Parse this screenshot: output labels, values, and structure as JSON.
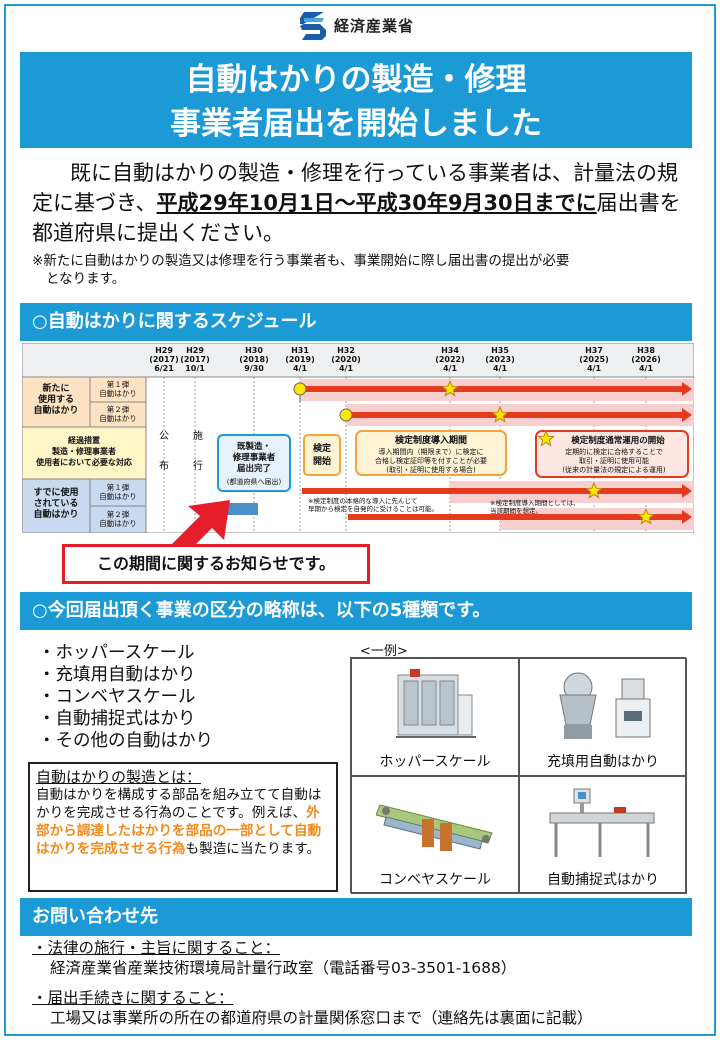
{
  "header": {
    "ministry": "経済産業省",
    "title_line1": "自動はかりの製造・修理",
    "title_line2": "事業者届出を開始しました"
  },
  "intro": {
    "part1": "既に自動はかりの製造・修理を行っている事業者は、計量法の規定に基づき、",
    "emphasis": "平成29年10月1日～平成30年9月30日までに",
    "part2": "届出書を都道府県に提出ください。",
    "note_line1": "※新たに自動はかりの製造又は修理を行う事業者も、事業開始に際し届出書の提出が必要",
    "note_line2": "となります。"
  },
  "schedule_section": {
    "heading": "○自動はかりに関するスケジュール",
    "timeline": [
      {
        "era": "H29",
        "year": "(2017)",
        "date": "6/21"
      },
      {
        "era": "H29",
        "year": "(2017)",
        "date": "10/1"
      },
      {
        "era": "H30",
        "year": "(2018)",
        "date": "9/30"
      },
      {
        "era": "H31",
        "year": "(2019)",
        "date": "4/1"
      },
      {
        "era": "H32",
        "year": "(2020)",
        "date": "4/1"
      },
      {
        "era": "H34",
        "year": "(2022)",
        "date": "4/1"
      },
      {
        "era": "H35",
        "year": "(2023)",
        "date": "4/1"
      },
      {
        "era": "H37",
        "year": "(2025)",
        "date": "4/1"
      },
      {
        "era": "H38",
        "year": "(2026)",
        "date": "4/1"
      }
    ],
    "rows": {
      "new_label": [
        "新たに",
        "使用する",
        "自動はかり"
      ],
      "new_batch1": [
        "第１弾",
        "自動はかり"
      ],
      "new_batch2": [
        "第２弾",
        "自動はかり"
      ],
      "transition_label": [
        "経過措置",
        "製造・修理事業者",
        "使用者において必要な対応"
      ],
      "existing_label": [
        "すでに使用",
        "されている",
        "自動はかり"
      ],
      "existing_batch1": [
        "第１弾",
        "自動はかり"
      ],
      "existing_batch2": [
        "第２弾",
        "自動はかり"
      ]
    },
    "promulgation": [
      "公",
      "布"
    ],
    "enforcement": [
      "施",
      "行"
    ],
    "box_registered": [
      "既製造・",
      "修理事業者",
      "届出完了",
      "(都道府県へ届出)"
    ],
    "box_inspection_start": [
      "検定",
      "開始"
    ],
    "box_introduction": [
      "検定制度導入期間",
      "導入期間内（期限まで）に検定に",
      "合格し検定証印等を付すことが必要",
      "(取引・証明に使用する場合)"
    ],
    "box_full_operation": [
      "検定制度通常運用の開始",
      "定期的に検定に合格することで",
      "取引・証明に使用可能",
      "(従来の計量法の規定による運用)"
    ],
    "note_existing1": [
      "※検定制度の本格的な導入に先んじて",
      "早期から検定を自発的に受けることは可能。"
    ],
    "note_existing2": [
      "※検定制度導入期間としては、",
      "当該期間を想定。"
    ],
    "callout": "この期間に関するお知らせです。",
    "colors": {
      "arrow_red": "#e63a1f",
      "fill_pink": "#f7cfcf",
      "box_orange": "#f2a33a",
      "header_blue": "#1c9ad6",
      "row_blue": "#c9d9ef",
      "row_orange": "#fde3c4"
    }
  },
  "categories_section": {
    "heading": "○今回届出頂く事業の区分の略称は、以下の5種類です。",
    "items": [
      "ホッパースケール",
      "充填用自動はかり",
      "コンベヤスケール",
      "自動捕捉式はかり",
      "その他の自動はかり"
    ],
    "example_label": "<一例>",
    "examples": [
      "ホッパースケール",
      "充填用自動はかり",
      "コンベヤスケール",
      "自動捕捉式はかり"
    ],
    "definition": {
      "title": "自動はかりの製造とは：",
      "body": "自動はかりを構成する部品を組み立てて自動はかりを完成させる行為のことです。例えば、",
      "highlight": "外部から調達したはかりを部品の一部として自動はかりを完成させる行為",
      "tail": "も製造に当たります。"
    }
  },
  "contact_section": {
    "heading": "お問い合わせ先",
    "q1": "・法律の施行・主旨に関すること：",
    "a1": "経済産業省産業技術環境局計量行政室（電話番号03-3501-1688）",
    "q2": "・届出手続きに関すること：",
    "a2": "工場又は事業所の所在の都道府県の計量関係窓口まで（連絡先は裏面に記載）"
  }
}
